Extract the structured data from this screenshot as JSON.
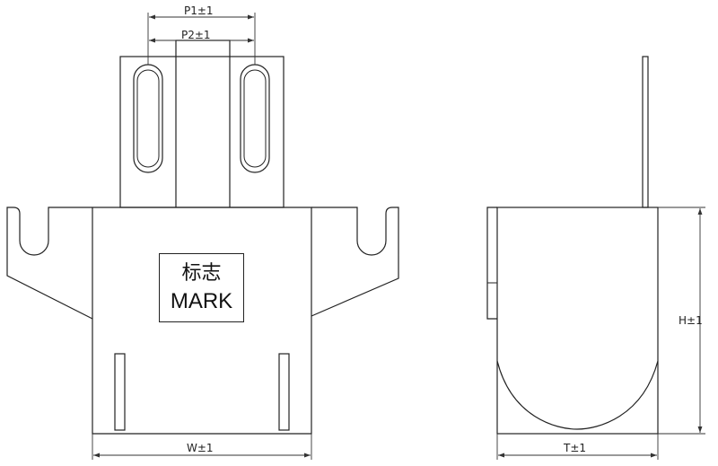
{
  "front_view": {
    "dim_p1": "P1±1",
    "dim_p2": "P2±1",
    "dim_w": "W±1",
    "mark_cn": "标志",
    "mark_en": "MARK"
  },
  "side_view": {
    "dim_h": "H±1",
    "dim_t": "T±1"
  }
}
